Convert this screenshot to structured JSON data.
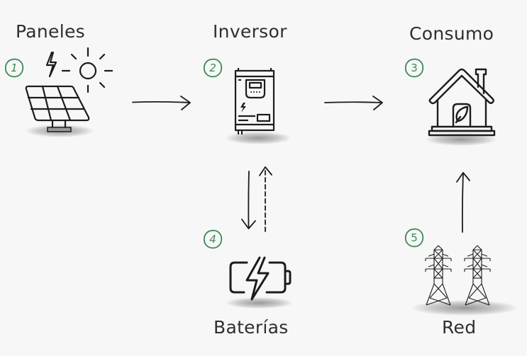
{
  "diagram": {
    "title": "",
    "accent_color": "#3a8a55",
    "line_color": "#222222",
    "nodes": [
      {
        "step": "1",
        "label": "Paneles",
        "icon": "solar-panel-icon"
      },
      {
        "step": "2",
        "label": "Inversor",
        "icon": "inverter-icon"
      },
      {
        "step": "3",
        "label": "Consumo",
        "icon": "house-leaf-icon"
      },
      {
        "step": "4",
        "label": "Baterías",
        "icon": "battery-bolt-icon"
      },
      {
        "step": "5",
        "label": "Red",
        "icon": "power-tower-icon"
      }
    ],
    "edges": [
      {
        "from": "Paneles",
        "to": "Inversor",
        "style": "solid"
      },
      {
        "from": "Inversor",
        "to": "Consumo",
        "style": "solid"
      },
      {
        "from": "Inversor",
        "to": "Baterías",
        "style": "solid"
      },
      {
        "from": "Baterías",
        "to": "Inversor",
        "style": "dashed"
      },
      {
        "from": "Red",
        "to": "Consumo",
        "style": "solid"
      }
    ]
  }
}
